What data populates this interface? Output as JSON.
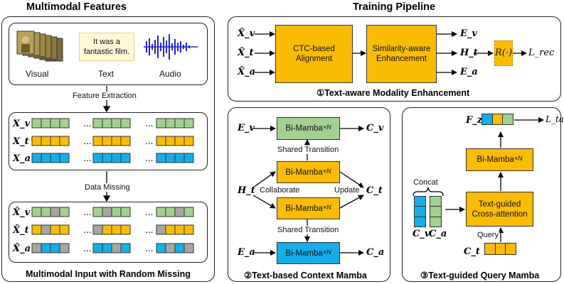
{
  "titles": {
    "features": "Multimodal Features",
    "pipeline": "Training Pipeline"
  },
  "features": {
    "inputs": [
      "Visual",
      "Text",
      "Audio"
    ],
    "text_sample": "It was a fantastic film.",
    "feature_extraction": "Feature Extraction",
    "data_missing": "Data Missing",
    "row_labels_full": [
      "X_v",
      "X_t",
      "X_a"
    ],
    "row_labels_missing": [
      "X̂_v",
      "X̂_t",
      "X̂_a"
    ],
    "ellipsis": "...",
    "caption": "Multimodal Input with Random Missing",
    "colors": {
      "visual": "#a3d192",
      "text": "#fbbc05",
      "audio": "#16aee8",
      "missing": "#a6a6a6"
    }
  },
  "tme": {
    "inputs": [
      "X̂_v",
      "X̂_t",
      "X̂_a"
    ],
    "ctc_box": "CTC-based Alignment",
    "sim_box": "Similarity-aware Enhancement",
    "outputs": [
      "E_v",
      "H_t",
      "E_a"
    ],
    "recon": "R(·)",
    "loss": "L_rec",
    "caption": "①Text-aware Modality Enhancement"
  },
  "tcm": {
    "block": "Bi-Mamba",
    "power": "×N",
    "input_top": "E_v",
    "output_top": "C_v",
    "input_mid": "H_t",
    "output_mid": "C_t",
    "input_bot": "E_a",
    "output_bot": "C_a",
    "shared_transition": "Shared Transition",
    "collaborate": "Collaborate",
    "update": "Update",
    "caption": "②Text-based Context Mamba"
  },
  "tqm": {
    "fz": "F_z",
    "loss": "L_task",
    "block": "Bi-Mamba",
    "power": "×N",
    "cross_attn": "Text-guided Cross-attention",
    "concat": "Concat",
    "cv": "C_v",
    "ca": "C_a",
    "ct": "C_t",
    "query": "Query",
    "caption": "③Text-guided Query Mamba"
  }
}
